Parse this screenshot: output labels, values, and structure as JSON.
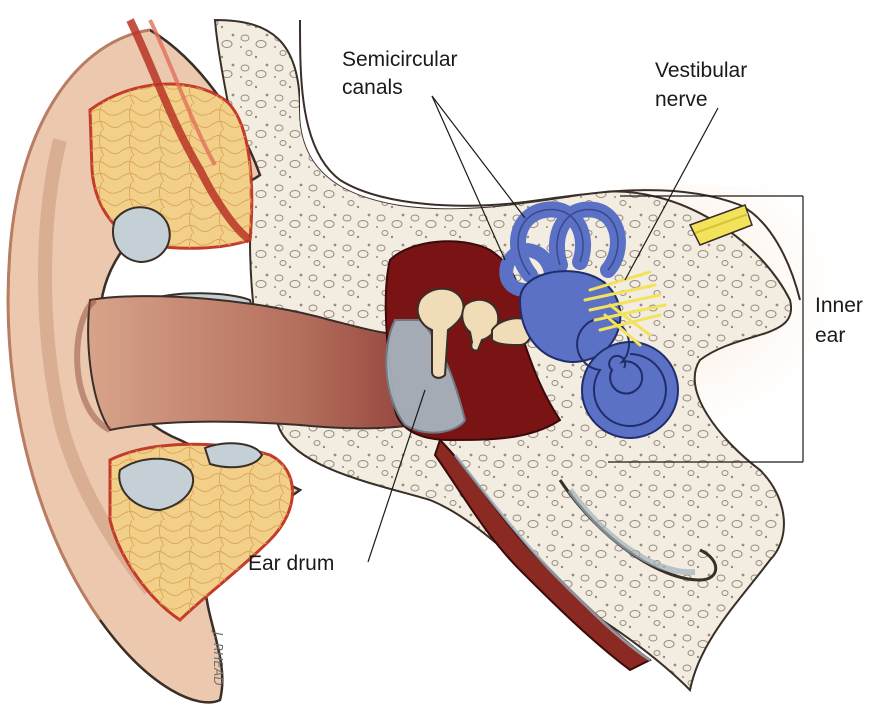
{
  "diagram": {
    "labels": {
      "semicircular_line1": "Semicircular",
      "semicircular_line2": "canals",
      "vestibular_line1": "Vestibular",
      "vestibular_line2": "nerve",
      "inner_line1": "Inner",
      "inner_line2": "ear",
      "ear_drum": "Ear drum"
    },
    "signature": "J. RHEAD"
  },
  "colors": {
    "skin": "#e8c7ad",
    "skin_shadow": "#c48d74",
    "canal": "#a55a4e",
    "middle_ear": "#7a1414",
    "bone": "#f2ebdc",
    "cartilage": "#f1cf87",
    "inner_ear": "#5b71c5",
    "nerve": "#f2e35a",
    "membrane": "#b9c9d1"
  }
}
